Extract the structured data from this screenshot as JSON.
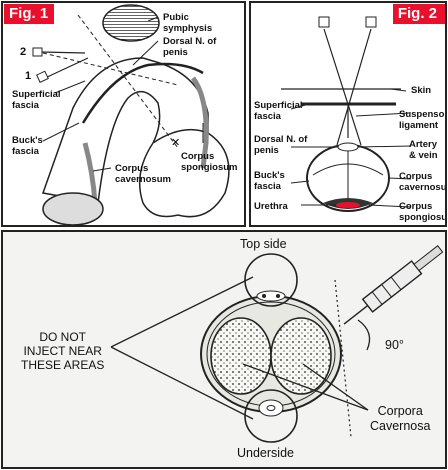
{
  "fig1": {
    "tag": "Fig. 1",
    "labels": {
      "pubic_symphysis": "Pubic\nsymphysis",
      "dorsal_nerve": "Dorsal N. of\npenis",
      "needle_2": "2",
      "needle_1": "1",
      "superficial_fascia": "Superficial\nfascia",
      "bucks_fascia": "Buck's\nfascia",
      "corpus_spongiosum": "Corpus\nspongiosum",
      "corpus_cavernosum": "Corpus\ncavernosum"
    }
  },
  "fig2": {
    "tag": "Fig. 2",
    "labels": {
      "skin": "Skin",
      "superficial_fascia": "Superficial\nfascia",
      "suspensory_ligament": "Suspensory\nligament",
      "dorsal_nerve": "Dorsal N. of\npenis",
      "artery_vein": "Artery\n& vein",
      "bucks_fascia": "Buck's\nfascia",
      "corpus_cavernosum": "Corpus\ncavernosum",
      "urethra": "Urethra",
      "corpus_spongiosum": "Corpus\nspongiosum"
    }
  },
  "fig3": {
    "top_side": "Top side",
    "underside": "Underside",
    "warning": "DO NOT\nINJECT NEAR\nTHESE AREAS",
    "angle": "90°",
    "corpora": "Corpora\nCavernosa"
  }
}
